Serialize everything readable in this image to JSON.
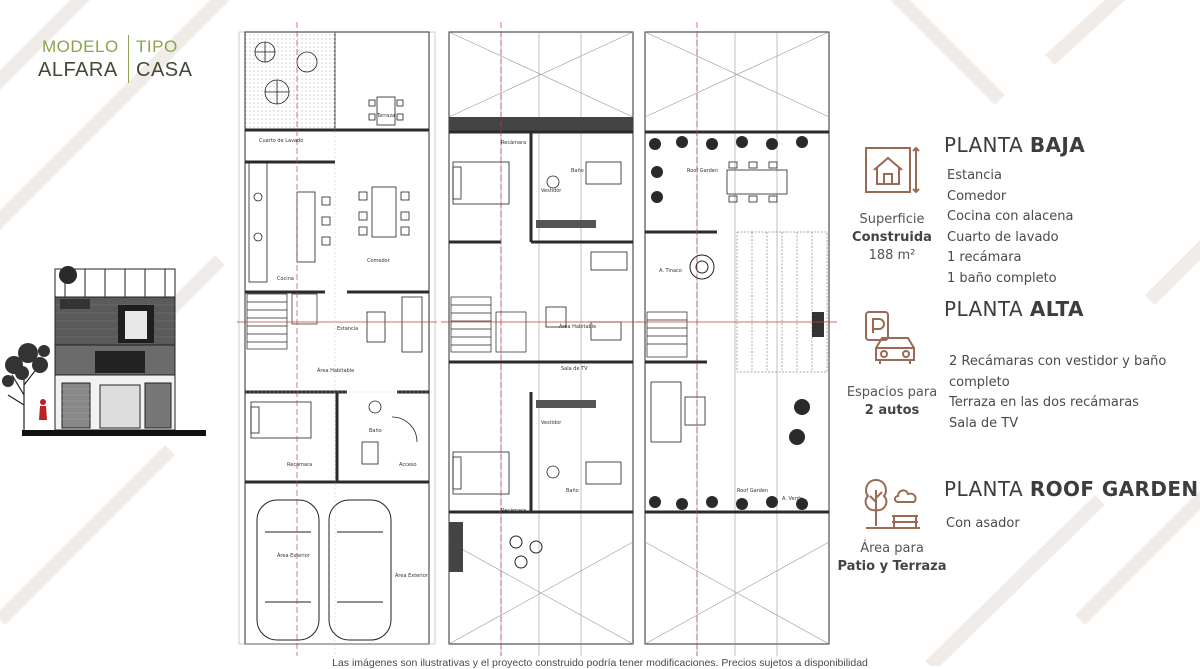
{
  "brand": {
    "top_left": "MODELO",
    "top_right": "TIPO",
    "bottom_left": "ALFARA",
    "bottom_right": "CASA"
  },
  "sections": [
    {
      "title_light": "PLANTA",
      "title_bold": "BAJA",
      "icon": "house-area-icon",
      "caption_line1": "Superficie",
      "caption_bold": "Construida",
      "caption_line3": "188 m²",
      "items": [
        "Estancia",
        "Comedor",
        "Cocina con alacena",
        "Cuarto de lavado",
        "1 recámara",
        "1 baño completo"
      ]
    },
    {
      "title_light": "PLANTA",
      "title_bold": "ALTA",
      "icon": "parking-car-icon",
      "caption_line1": "Espacios para",
      "caption_bold": "2 autos",
      "items": [
        "2 Recámaras con vestidor  y baño",
        "completo",
        "Terraza en las dos recámaras",
        "Sala de TV"
      ]
    },
    {
      "title_light": "PLANTA",
      "title_bold": "ROOF GARDEN",
      "icon": "tree-bench-icon",
      "caption_line1": "Área para",
      "caption_bold": "Patio y Terraza",
      "items": [
        "Con asador"
      ]
    }
  ],
  "plans": {
    "ground_labels": [
      "Terraza",
      "Cuarto de Lavado",
      "Comedor",
      "Cocina",
      "Estancia",
      "Área Habitable",
      "Baño",
      "Recámara",
      "Acceso",
      "Área Exterior",
      "Área Exterior"
    ],
    "upper_labels": [
      "Recámara",
      "Vestidor",
      "Baño",
      "Área Habitable",
      "Sala de TV",
      "Vestidor",
      "Baño",
      "Recámara"
    ],
    "roof_labels": [
      "Roof Garden",
      "A. Tinaco",
      "Roof Garden",
      "A. Verde"
    ]
  },
  "footer": "Las imágenes son ilustrativas y el proyecto construido podría tener modificaciones. Precios sujetos a disponibilidad",
  "colors": {
    "accent_green": "#8aa54d",
    "dark_green": "#3f4b33",
    "icon_brown": "#9a6a55",
    "plan_line": "#2b2b2b",
    "axis_red": "#d23a3a"
  }
}
